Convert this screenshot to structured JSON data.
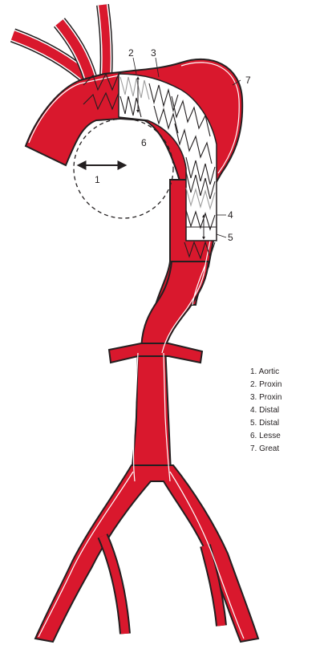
{
  "diagram": {
    "colors": {
      "vessel_fill": "#d9182d",
      "vessel_outline": "#231f20",
      "wall_highlight": "#ffffff",
      "stent_graft": "#ffffff",
      "stent_wire_dark": "#231f20",
      "stent_wire_light": "#9d9d9d"
    },
    "markers": [
      {
        "id": "1",
        "text": "1"
      },
      {
        "id": "2",
        "text": "2"
      },
      {
        "id": "3",
        "text": "3"
      },
      {
        "id": "4",
        "text": "4"
      },
      {
        "id": "5",
        "text": "5"
      },
      {
        "id": "6",
        "text": "6"
      },
      {
        "id": "7",
        "text": "7"
      }
    ],
    "legend": [
      "1. Aortic",
      "2. Proxin",
      "3. Proxin",
      "4. Distal",
      "5. Distal",
      "6. Lesse",
      "7. Great"
    ]
  }
}
